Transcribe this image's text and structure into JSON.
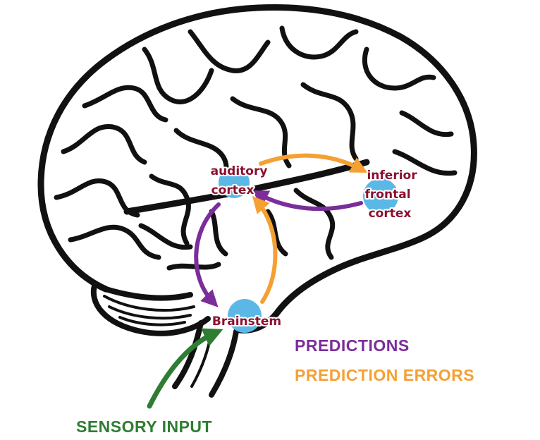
{
  "nodes": {
    "auditory_cortex": {
      "line1": "auditory",
      "line2": "cortex"
    },
    "inferior_frontal_cortex": {
      "line1": "inferior",
      "line2": "frontal",
      "line3": "cortex"
    },
    "brainstem": {
      "label": "Brainstem"
    }
  },
  "legend": {
    "predictions": "PREDICTIONS",
    "prediction_errors": "PREDICTION ERRORS",
    "sensory_input": "SENSORY INPUT"
  },
  "colors": {
    "predictions": "#7b2d9a",
    "prediction_errors": "#f5a033",
    "sensory_input": "#2e7d32",
    "node_fill": "#5bb8e6",
    "label_text": "#8b0f2e",
    "brain_outline": "#111111"
  }
}
